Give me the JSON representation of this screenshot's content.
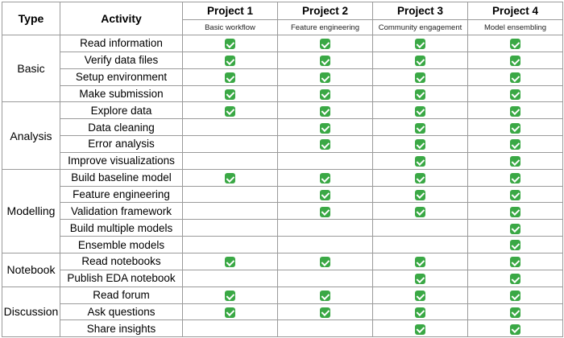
{
  "header": {
    "type_label": "Type",
    "activity_label": "Activity",
    "projects": [
      {
        "name": "Project 1",
        "subtitle": "Basic workflow"
      },
      {
        "name": "Project 2",
        "subtitle": "Feature engineering"
      },
      {
        "name": "Project 3",
        "subtitle": "Community engagement"
      },
      {
        "name": "Project 4",
        "subtitle": "Model ensembling"
      }
    ]
  },
  "groups": [
    {
      "type": "Basic",
      "rows": [
        {
          "activity": "Read information",
          "checks": [
            true,
            true,
            true,
            true
          ]
        },
        {
          "activity": "Verify data files",
          "checks": [
            true,
            true,
            true,
            true
          ]
        },
        {
          "activity": "Setup environment",
          "checks": [
            true,
            true,
            true,
            true
          ]
        },
        {
          "activity": "Make submission",
          "checks": [
            true,
            true,
            true,
            true
          ]
        }
      ]
    },
    {
      "type": "Analysis",
      "rows": [
        {
          "activity": "Explore data",
          "checks": [
            true,
            true,
            true,
            true
          ]
        },
        {
          "activity": "Data cleaning",
          "checks": [
            false,
            true,
            true,
            true
          ]
        },
        {
          "activity": "Error analysis",
          "checks": [
            false,
            true,
            true,
            true
          ]
        },
        {
          "activity": "Improve visualizations",
          "checks": [
            false,
            false,
            true,
            true
          ]
        }
      ]
    },
    {
      "type": "Modelling",
      "rows": [
        {
          "activity": "Build baseline model",
          "checks": [
            true,
            true,
            true,
            true
          ]
        },
        {
          "activity": "Feature engineering",
          "checks": [
            false,
            true,
            true,
            true
          ]
        },
        {
          "activity": "Validation framework",
          "checks": [
            false,
            true,
            true,
            true
          ]
        },
        {
          "activity": "Build multiple models",
          "checks": [
            false,
            false,
            false,
            true
          ]
        },
        {
          "activity": "Ensemble models",
          "checks": [
            false,
            false,
            false,
            true
          ]
        }
      ]
    },
    {
      "type": "Notebook",
      "rows": [
        {
          "activity": "Read notebooks",
          "checks": [
            true,
            true,
            true,
            true
          ]
        },
        {
          "activity": "Publish EDA notebook",
          "checks": [
            false,
            false,
            true,
            true
          ]
        }
      ]
    },
    {
      "type": "Discussion",
      "rows": [
        {
          "activity": "Read forum",
          "checks": [
            true,
            true,
            true,
            true
          ]
        },
        {
          "activity": "Ask questions",
          "checks": [
            true,
            true,
            true,
            true
          ]
        },
        {
          "activity": "Share insights",
          "checks": [
            false,
            false,
            true,
            true
          ]
        }
      ]
    }
  ],
  "check_icon": "green-checkmark-icon",
  "colors": {
    "check": "#3aa845",
    "border": "#9a9a9a"
  }
}
